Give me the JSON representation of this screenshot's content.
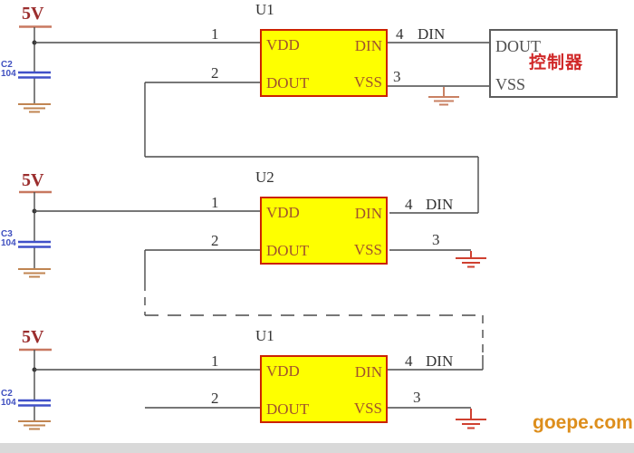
{
  "watermark": {
    "text": "goepe.com",
    "color": "#dd8e1c"
  },
  "colors": {
    "chip_fill": "#feff00",
    "chip_border": "#cc2200",
    "chip_pin_text": "#a0522d",
    "wire": "#4a4a4a",
    "power_label": "#9b2d2d",
    "power_bar": "#c87860",
    "capacitor": "#4050c8",
    "ground_tan": "#c08552",
    "ground_red": "#cf4030",
    "controller_name": "#d02828"
  },
  "rails": [
    {
      "label": "5V",
      "cap_ref": "C2",
      "cap_value": "104"
    },
    {
      "label": "5V",
      "cap_ref": "C3",
      "cap_value": "104"
    },
    {
      "label": "5V",
      "cap_ref": "C2",
      "cap_value": "104"
    }
  ],
  "chips": [
    {
      "name": "U1",
      "pin_vdd": "VDD",
      "pin_din": "DIN",
      "pin_dout": "DOUT",
      "pin_vss": "VSS",
      "num_vdd": "1",
      "num_dout": "2",
      "num_vss": "3",
      "num_din": "4",
      "net_din": "DIN"
    },
    {
      "name": "U2",
      "pin_vdd": "VDD",
      "pin_din": "DIN",
      "pin_dout": "DOUT",
      "pin_vss": "VSS",
      "num_vdd": "1",
      "num_dout": "2",
      "num_vss": "3",
      "num_din": "4",
      "net_din": "DIN"
    },
    {
      "name": "U1",
      "pin_vdd": "VDD",
      "pin_din": "DIN",
      "pin_dout": "DOUT",
      "pin_vss": "VSS",
      "num_vdd": "1",
      "num_dout": "2",
      "num_vss": "3",
      "num_din": "4",
      "net_din": "DIN"
    }
  ],
  "controller": {
    "pin_dout": "DOUT",
    "pin_vss": "VSS",
    "name": "控制器"
  }
}
